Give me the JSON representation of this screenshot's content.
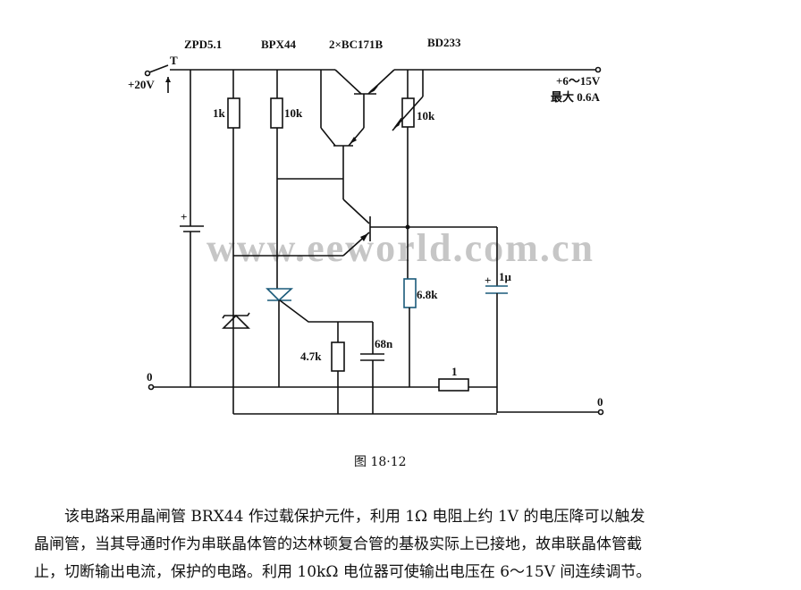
{
  "labels": {
    "zener": "ZPD5.1",
    "thyristor": "BPX44",
    "darlington": "2×BC171B",
    "power_transistor": "BD233",
    "switch": "T",
    "input": "+20V",
    "output_voltage": "+6～15V",
    "output_max": "最大 0.6A",
    "r_1k": "1k",
    "r_10k": "10k",
    "pot_10k": "10k",
    "r_6_8k": "6.8k",
    "c_1u": "1μ",
    "c_plus": "+",
    "battery_plus": "+",
    "r_4_7k": "4.7k",
    "c_68n": "68n",
    "r_1": "1",
    "ground_left": "0",
    "ground_right": "0"
  },
  "watermark": "www.eeworld.com.cn",
  "caption": "图 18·12",
  "description": {
    "line1": "该电路采用晶闸管 BRX44 作过载保护元件，利用 1Ω 电阻上约 1V 的电压降可以触发",
    "line2": "晶闸管，当其导通时作为串联晶体管的达林顿复合管的基极实际上已接地，故串联晶体管截",
    "line3": "止，切断输出电流，保护的电路。利用 10kΩ 电位器可使输出电压在 6～15V 间连续调节。"
  }
}
